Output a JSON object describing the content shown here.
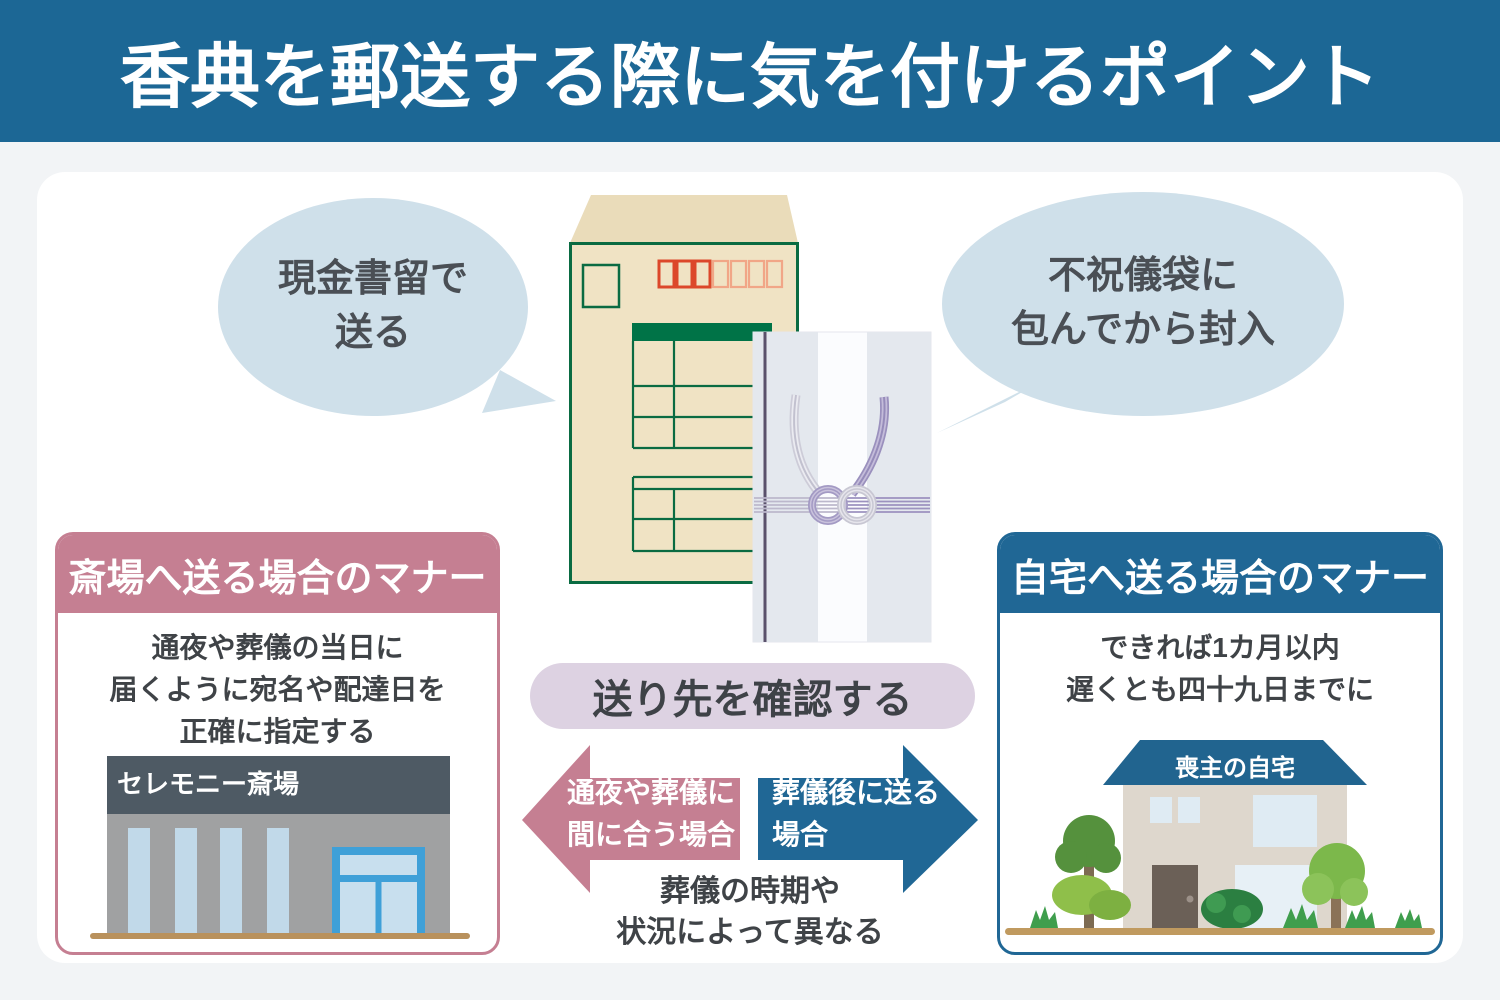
{
  "title": "香典を郵送する際に気を付けるポイント",
  "bubbles": {
    "left": {
      "line1": "現金書留で",
      "line2": "送る"
    },
    "right": {
      "line1": "不祝儀袋に",
      "line2": "包んでから封入"
    }
  },
  "left_card": {
    "header": "斎場へ送る場合のマナー",
    "line1": "通夜や葬儀の当日に",
    "line2": "届くように宛名や配達日を",
    "line3": "正確に指定する",
    "building_label": "セレモニー斎場"
  },
  "right_card": {
    "header": "自宅へ送る場合のマナー",
    "line1": "できれば1カ月以内",
    "line2": "遅くとも四十九日までに",
    "house_label": "喪主の自宅"
  },
  "flow": {
    "pill": "送り先を確認する",
    "left_arrow_line1": "通夜や葬儀に",
    "left_arrow_line2": "間に合う場合",
    "right_arrow_line1": "葬儀後に送る",
    "right_arrow_line2": "場合",
    "note_line1": "葬儀の時期や",
    "note_line2": "状況によって異なる"
  },
  "colors": {
    "title_bar_blue": "#1c6795",
    "accent_pink": "#c57f92",
    "accent_blue": "#206795",
    "bubble_blue": "#cfe0ea",
    "pill_purple": "#ddd2e2",
    "envelope_beige": "#f0e3c4",
    "envelope_green": "#0a6b42",
    "postal_red": "#dc472a",
    "mizuhiki_purple": "#9a90bd",
    "ground_brown": "#b9915c"
  }
}
